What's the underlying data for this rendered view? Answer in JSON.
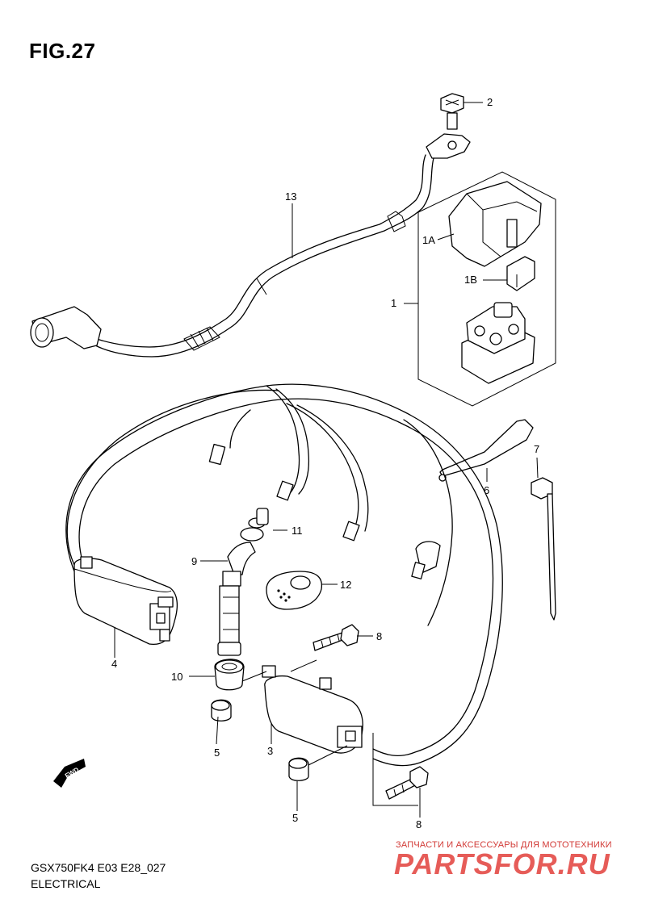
{
  "figure": {
    "title": "FIG.27"
  },
  "footer": {
    "model_code": "GSX750FK4 E03 E28_027",
    "section": "ELECTRICAL"
  },
  "watermark": {
    "tagline": "ЗАПЧАСТИ И АКСЕССУАРЫ ДЛЯ МОТОТЕХНИКИ",
    "logo": "PARTSFOR.RU"
  },
  "colors": {
    "line": "#000000",
    "background": "#ffffff",
    "watermark": "#e2403c"
  },
  "icons": {
    "forward": "fwd-arrow-icon"
  },
  "fwd_label": "FWD",
  "callouts": {
    "c2": "2",
    "c13": "13",
    "c1a": "1A",
    "c1b": "1B",
    "c1": "1",
    "c7": "7",
    "c6": "6",
    "c11": "11",
    "c9": "9",
    "c12": "12",
    "c4": "4",
    "c8a": "8",
    "c10": "10",
    "c5a": "5",
    "c3": "3",
    "c5b": "5",
    "c8b": "8"
  }
}
